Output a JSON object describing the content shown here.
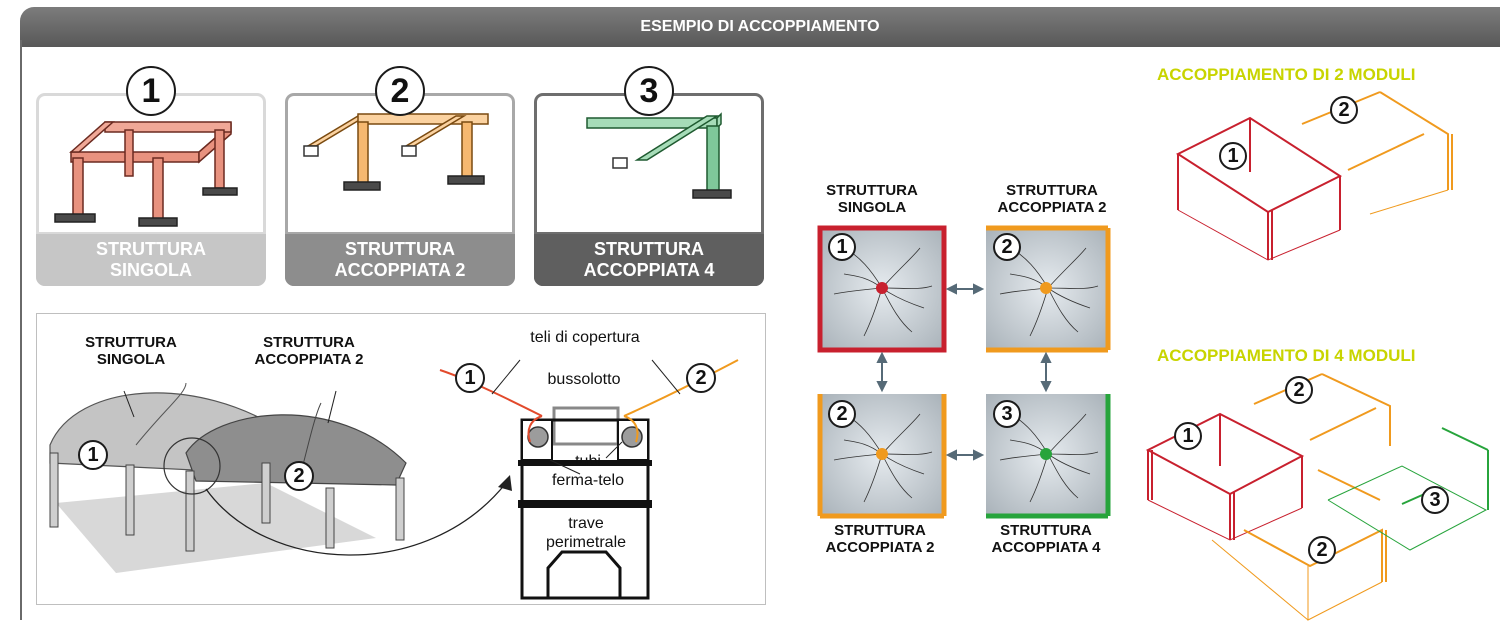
{
  "header": {
    "title": "ESEMPIO DI ACCOPPIAMENTO"
  },
  "cards": [
    {
      "number": "1",
      "line1": "STRUTTURA",
      "line2": "SINGOLA",
      "frame_color": "#d9d9d9",
      "caption_bg": "#c6c6c6",
      "art_color": "#e8927f"
    },
    {
      "number": "2",
      "line1": "STRUTTURA",
      "line2": "ACCOPPIATA 2",
      "frame_color": "#a8a8a8",
      "caption_bg": "#8d8d8d",
      "art_color": "#f6b870"
    },
    {
      "number": "3",
      "line1": "STRUTTURA",
      "line2": "ACCOPPIATA 4",
      "frame_color": "#6e6e6e",
      "caption_bg": "#5f5f5f",
      "art_color": "#7fc89a"
    }
  ],
  "tent_panel": {
    "label_single": [
      "STRUTTURA",
      "SINGOLA"
    ],
    "label_coupled": [
      "STRUTTURA",
      "ACCOPPIATA 2"
    ],
    "marker_1": "1",
    "marker_2": "2"
  },
  "section_detail": {
    "covers": "teli di copertura",
    "box": "bussolotto",
    "tubes": [
      "tubi",
      "ferma-telo"
    ],
    "beam": [
      "trave",
      "perimetrale"
    ],
    "marker_1": "1",
    "marker_2": "2"
  },
  "grid_diagram": {
    "top_left": {
      "label": [
        "STRUTTURA",
        "SINGOLA"
      ],
      "number": "1",
      "color": "#c8202e"
    },
    "top_right": {
      "label": [
        "STRUTTURA",
        "ACCOPPIATA 2"
      ],
      "number": "2",
      "color": "#f09a1e"
    },
    "bottom_left": {
      "label": [
        "STRUTTURA",
        "ACCOPPIATA 2"
      ],
      "number": "2",
      "color": "#f09a1e"
    },
    "bottom_right": {
      "label": [
        "STRUTTURA",
        "ACCOPPIATA 4"
      ],
      "number": "3",
      "color": "#27a43c"
    }
  },
  "coupling_2": {
    "title": "ACCOPPIAMENTO DI 2 MODULI",
    "markers": [
      "1",
      "2"
    ]
  },
  "coupling_4": {
    "title": "ACCOPPIAMENTO DI 4 MODULI",
    "markers": [
      "1",
      "2",
      "3",
      "2"
    ]
  },
  "colors": {
    "title_accent": "#c8d400",
    "red": "#c8202e",
    "orange": "#f09a1e",
    "green": "#27a43c",
    "arrow": "#566a77"
  }
}
